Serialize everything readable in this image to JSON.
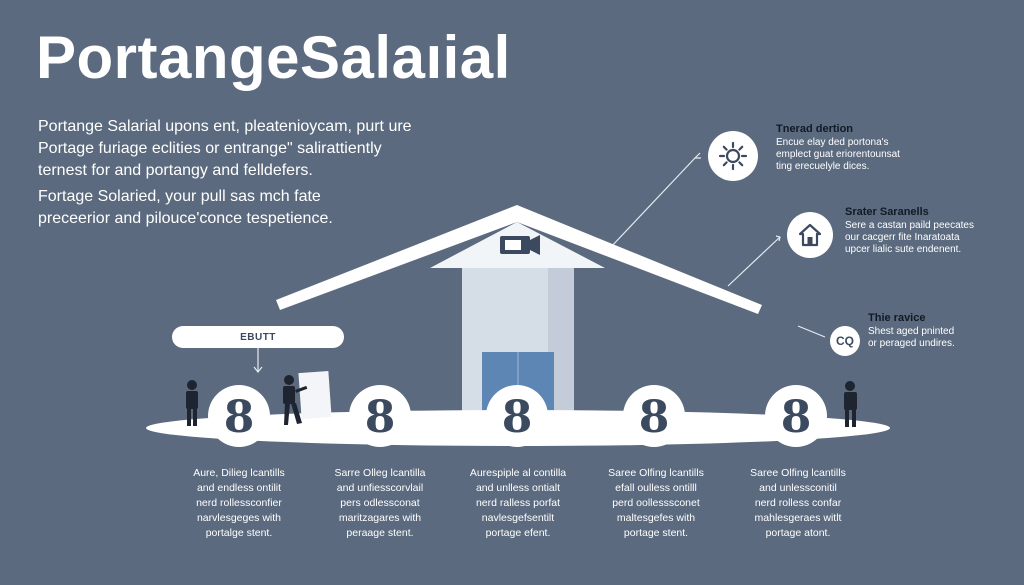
{
  "title": "PortangeSalaıial",
  "intro": {
    "para1": [
      "Portange Salarial upons ent, pleatenioycam, purt ure",
      "Portage furiage eclities or entrange\" salirattiently",
      "ternest for and portangy and felldefers."
    ],
    "para2": [
      "Fortage Solaried, your pull sas mch fate",
      "preceerior and pilouce'conce tespetience."
    ]
  },
  "pill_label": "EBUTT",
  "callouts": [
    {
      "icon": "gear-sun-icon",
      "heading": "Tnerad dertion",
      "lines": [
        "Encue elay ded portona's",
        "emplect guat eriorentounsat",
        "ting erecuelyle dices."
      ]
    },
    {
      "icon": "house-icon",
      "heading": "Srater Saranells",
      "lines": [
        "Sere a castan paild peecates",
        "our cacgerr fite Inaratoata",
        "upcer lialic sute endenent."
      ]
    },
    {
      "icon": "cq-icon",
      "badge": "CQ",
      "heading": "Thie ravice",
      "lines": [
        "Shest aged pninted",
        "or peraged undires."
      ]
    }
  ],
  "columns": [
    {
      "lines": [
        "Aure, Dilieg lcantills",
        "and endless ontilit",
        "nerd rollessconfier",
        "narvlesgeges with",
        "portalge stent."
      ]
    },
    {
      "lines": [
        "Sarre Olleg lcantilla",
        "and unfiesscorvlail",
        "pers odlessconat",
        "maritzagares with",
        "peraage stent."
      ]
    },
    {
      "lines": [
        "Aurespiple al contilla",
        "and unlless ontialt",
        "nerd ralless porfat",
        "navlesgefsentilt",
        "portage efent."
      ]
    },
    {
      "lines": [
        "Saree Olfing lcantills",
        "efall oulless ontilll",
        "perd oollesssconet",
        "maltesgefes with",
        "portage stent."
      ]
    },
    {
      "lines": [
        "Saree Olfing lcantills",
        "and unlessconitil",
        "nerd rolless confar",
        "mahlesgeraes witlt",
        "portage atont."
      ]
    }
  ],
  "node_glyph": "8",
  "camera_icon": "camera-icon",
  "colors": {
    "background": "#5b6a7e",
    "surface": "#ffffff",
    "accent_dark": "#3b4a5e",
    "door": "#5e86b4"
  }
}
